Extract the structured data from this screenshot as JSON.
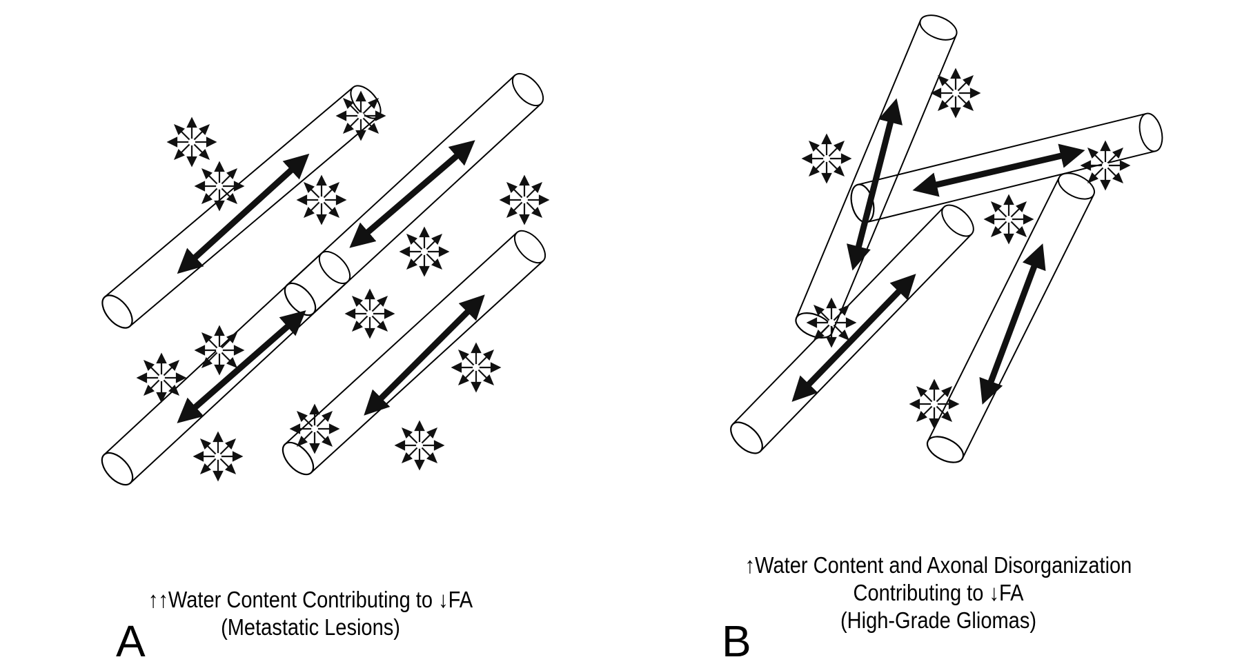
{
  "panels": [
    {
      "id": "A",
      "letter": "A",
      "caption_line1": "↑↑Water Content Contributing to ↓FA",
      "caption_line2": "(Metastatic Lesions)"
    },
    {
      "id": "B",
      "letter": "B",
      "caption_line1": "↑Water Content and Axonal Disorganization",
      "caption_line2": "Contributing to ↓FA",
      "caption_line3": "(High-Grade Gliomas)"
    }
  ],
  "colors": {
    "stroke": "#000000",
    "background": "#ffffff",
    "arrow_fill": "#111111"
  },
  "icons": {
    "axon": "cylinder-outline",
    "directional_diffusion": "double-headed-arrow",
    "free_water": "star-burst-arrows"
  }
}
